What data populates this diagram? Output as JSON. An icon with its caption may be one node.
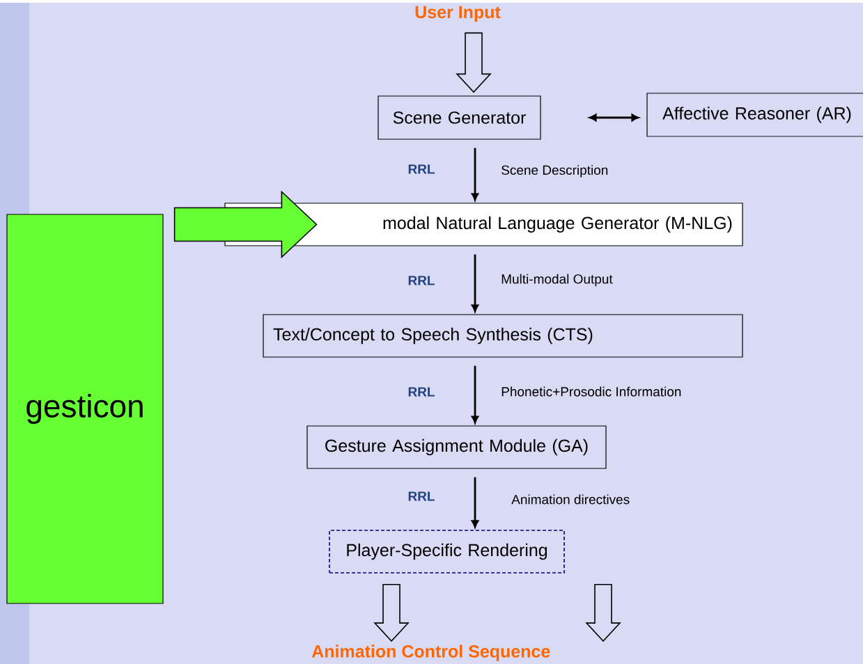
{
  "diagram": {
    "nodes": [
      {
        "text": [
          "User Input"
        ]
      },
      {
        "text": [
          "Scene Generator"
        ]
      },
      {
        "text": [
          "Affective Reasoner (AR)"
        ]
      },
      {
        "text": [
          "modal Natural Language Generator (M-NLG)"
        ]
      },
      {
        "text": [
          "Text/Concept to Speech Synthesis (CTS)"
        ]
      },
      {
        "text": [
          "Gesture Assignment Module (GA)"
        ]
      },
      {
        "text": [
          "Player-Specific Rendering"
        ]
      },
      {
        "text": [
          "Animation Control Sequence"
        ]
      },
      {
        "text": [
          "gesticon"
        ]
      },
      {
        "text": [],
        "shape": "bar"
      }
    ],
    "edges": [
      {
        "from": 0,
        "to": 1,
        "arrow": "to",
        "style": "thick"
      },
      {
        "from": 1,
        "to": 2,
        "arrow": "both"
      },
      {
        "from": 8,
        "to": 3,
        "arrow": "to",
        "style": "thick",
        "color": "#66ff33"
      },
      {
        "from": 1,
        "to": 3,
        "arrow": "to",
        "label": "Scene Description"
      },
      {
        "from": 3,
        "to": 4,
        "arrow": "to",
        "label": "Multi-modal Output"
      },
      {
        "from": 4,
        "to": 5,
        "arrow": "to",
        "label": "Phonetic+Prosodic Information"
      },
      {
        "from": 5,
        "to": 6,
        "arrow": "to",
        "label": "Animation directives"
      },
      {
        "from": 6,
        "to": 7,
        "arrow": "to",
        "style": "thick"
      },
      {
        "from": 6,
        "to": 7,
        "arrow": "to",
        "style": "thick"
      }
    ],
    "labels": [
      "RRL",
      "RRL",
      "RRL",
      "RRL"
    ]
  }
}
